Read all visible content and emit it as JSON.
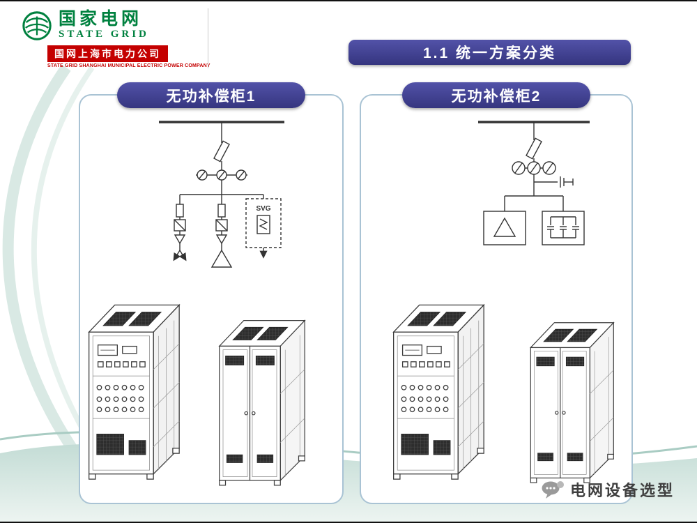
{
  "logo": {
    "brand_cn": "国家电网",
    "brand_en": "STATE GRID",
    "company_cn": "国网上海市电力公司",
    "company_en": "STATE GRID SHANGHAI MUNICIPAL ELECTRIC POWER COMPANY"
  },
  "title": "1.1 统一方案分类",
  "panels": [
    {
      "header": "无功补偿柜1",
      "schematic_label": "SVG"
    },
    {
      "header": "无功补偿柜2"
    }
  ],
  "footer": {
    "watermark": "电网设备选型"
  },
  "colors": {
    "accent_indigo": "#3c3c90",
    "logo_green": "#00813f",
    "logo_red": "#c40000",
    "wave_teal": "#bcd8d2",
    "panel_border": "#a9c3d4"
  }
}
